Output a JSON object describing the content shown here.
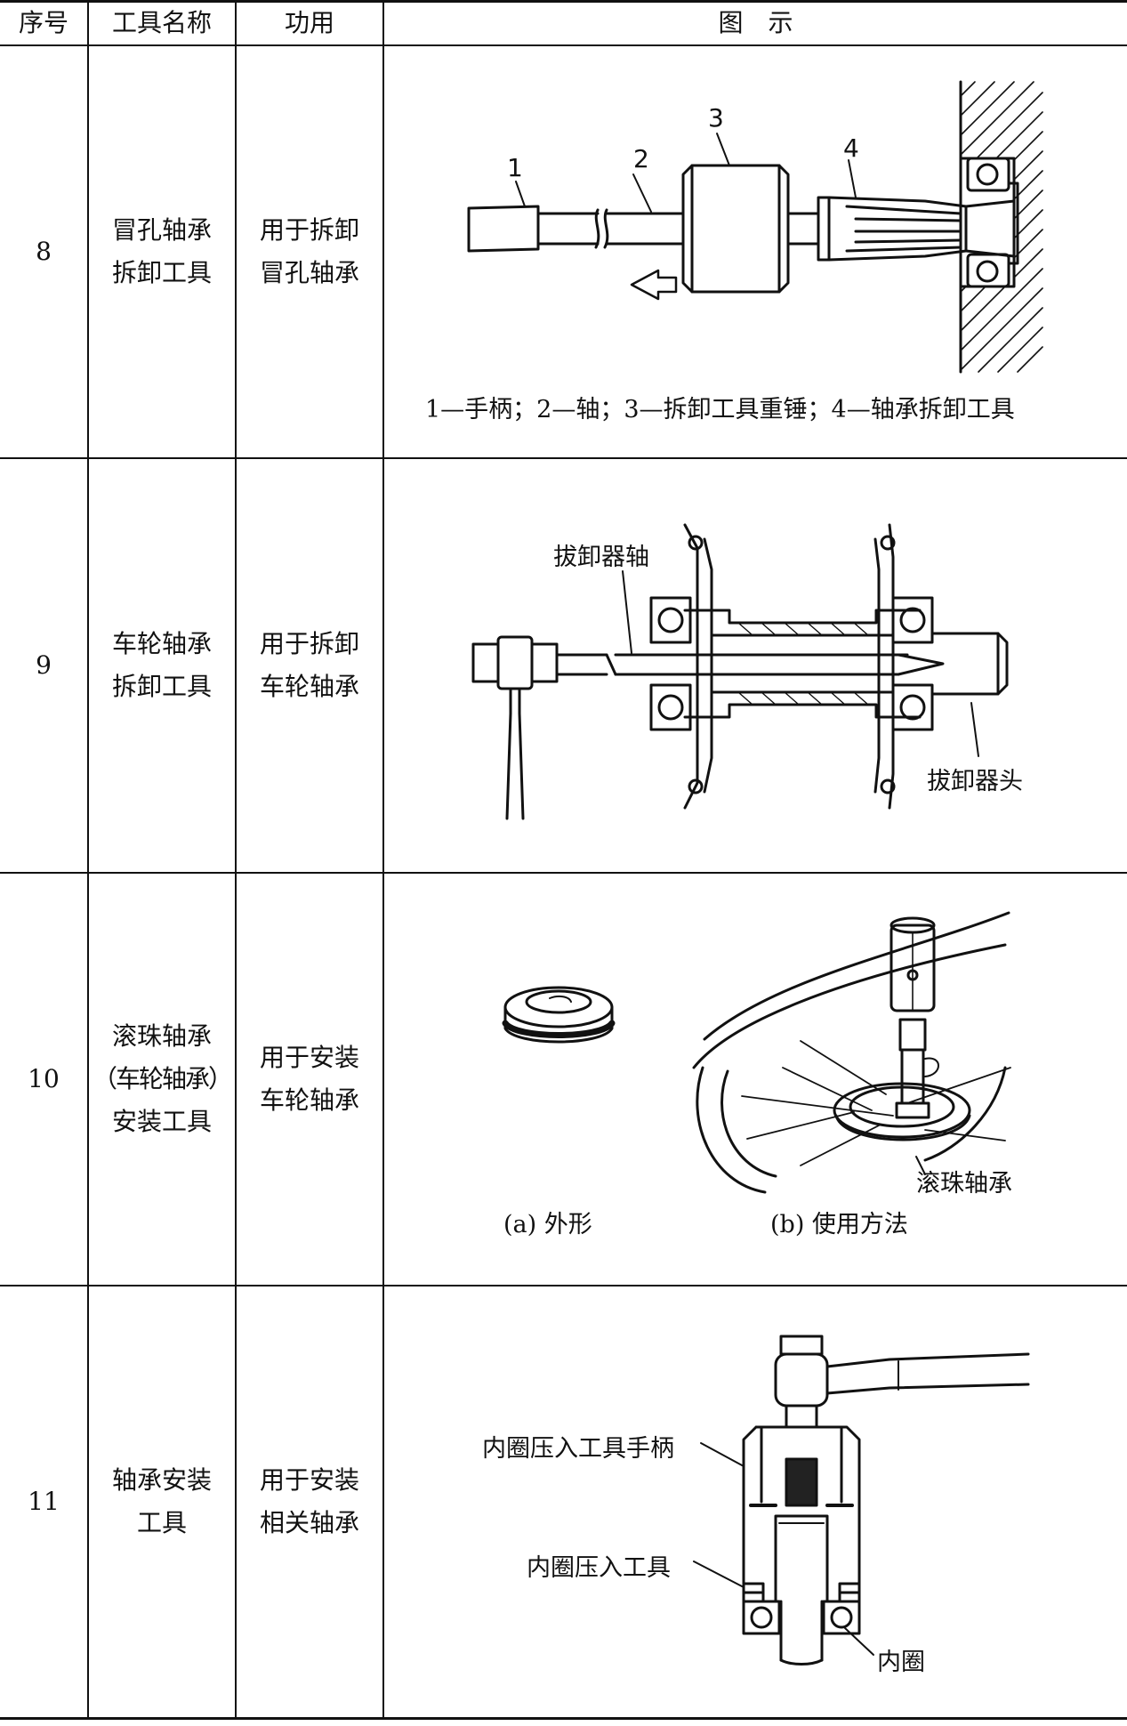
{
  "header": {
    "col_index": "序号",
    "col_name": "工具名称",
    "col_function": "功用",
    "col_figure": "图　示"
  },
  "rows": [
    {
      "index": "8",
      "name_lines": [
        "冒孔轴承",
        "拆卸工具"
      ],
      "function_lines": [
        "用于拆卸",
        "冒孔轴承"
      ],
      "figure": {
        "part_numbers": [
          "1",
          "2",
          "3",
          "4"
        ],
        "caption": "1—手柄；2—轴；3—拆卸工具重锤；4—轴承拆卸工具"
      }
    },
    {
      "index": "9",
      "name_lines": [
        "车轮轴承",
        "拆卸工具"
      ],
      "function_lines": [
        "用于拆卸",
        "车轮轴承"
      ],
      "figure": {
        "label_shaft": "拔卸器轴",
        "label_head": "拔卸器头"
      }
    },
    {
      "index": "10",
      "name_lines": [
        "滚珠轴承",
        "（车轮轴承）",
        "安装工具"
      ],
      "function_lines": [
        "用于安装",
        "车轮轴承"
      ],
      "figure": {
        "sub_a": "(a) 外形",
        "sub_b": "(b) 使用方法",
        "label_bearing": "滚珠轴承"
      }
    },
    {
      "index": "11",
      "name_lines": [
        "轴承安装",
        "工具"
      ],
      "function_lines": [
        "用于安装",
        "相关轴承"
      ],
      "figure": {
        "label_handle": "内圈压入工具手柄",
        "label_tool": "内圈压入工具",
        "label_ring": "内圈"
      }
    }
  ]
}
